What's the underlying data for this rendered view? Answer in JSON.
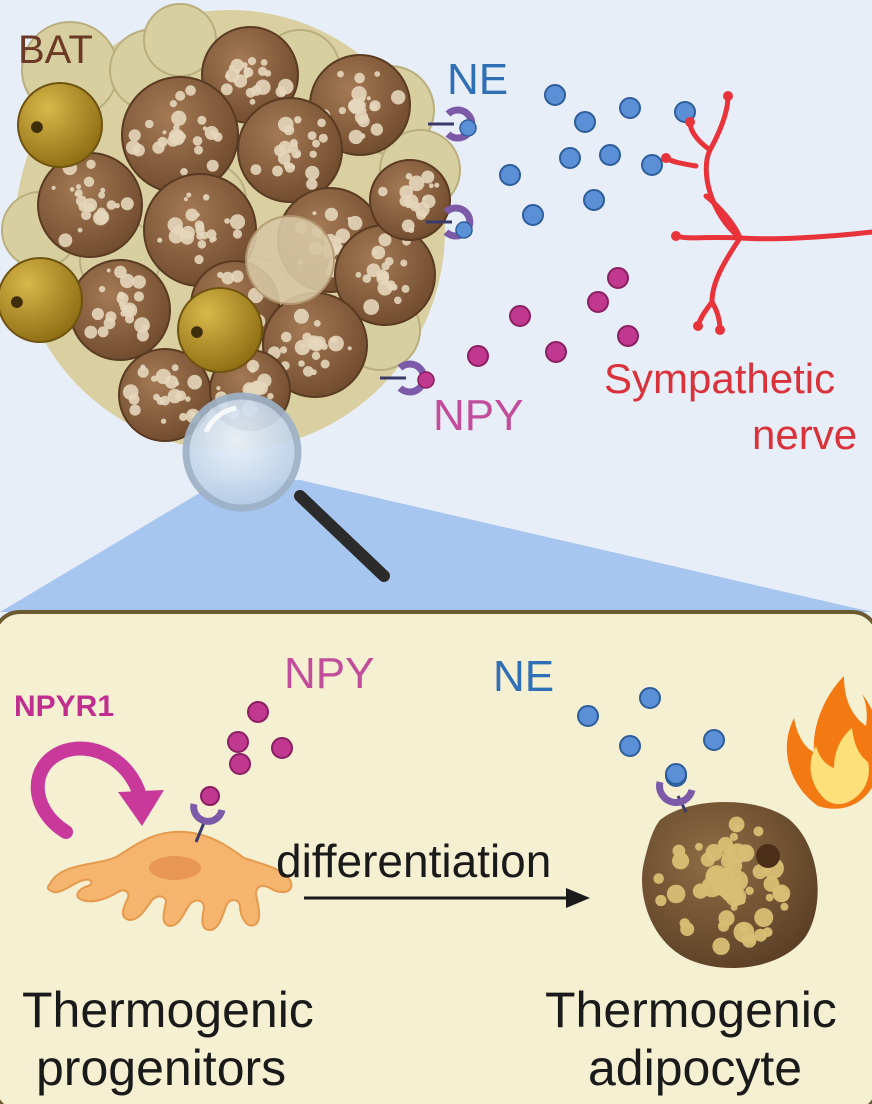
{
  "labels": {
    "bat": "BAT",
    "ne_top": "NE",
    "npy_top": "NPY",
    "sympathetic_nerve_line1": "Sympathetic",
    "sympathetic_nerve_line2": "nerve",
    "npy_bottom": "NPY",
    "ne_bottom": "NE",
    "npyr1": "NPYR1",
    "differentiation": "differentiation",
    "progenitors_line1": "Thermogenic",
    "progenitors_line2": "progenitors",
    "adipocyte_line1": "Thermogenic",
    "adipocyte_line2": "adipocyte"
  },
  "colors": {
    "ne": "#5b8fd6",
    "npy": "#c0398e",
    "nerve": "#e8333a",
    "receptor": "#7d5aa8",
    "panel_bg": "#f6f0d2",
    "top_bg": "#e8eef8",
    "magnifier_beam": "#a7c6ef",
    "brown_cell": "#8a6240",
    "beige_cell": "#d8cfa0",
    "olive_cell": "#b08d26",
    "progenitor": "#f6b56e",
    "flame_outer": "#f37a12",
    "flame_inner": "#fde07a"
  },
  "icons": [
    "magnifying-glass-icon",
    "flame-icon",
    "circular-arrow-icon",
    "differentiation-arrow-icon",
    "sympathetic-nerve-icon"
  ]
}
